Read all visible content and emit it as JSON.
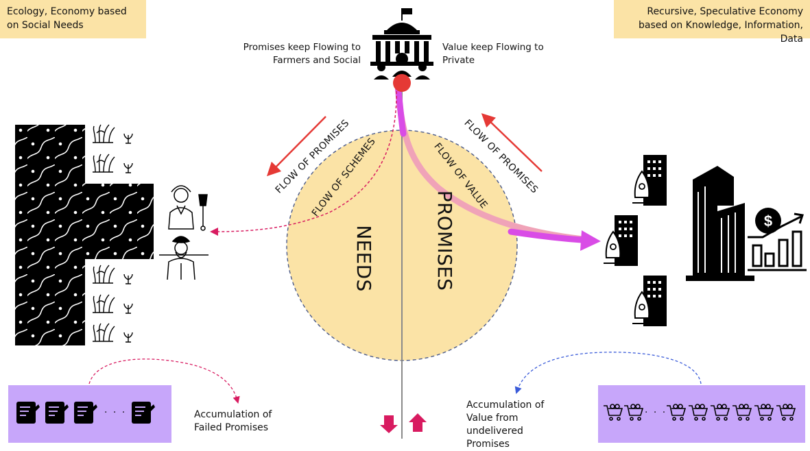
{
  "notes": {
    "left": "Ecology, Economy based on Social Needs",
    "right": "Recursive, Speculative Economy based on Knowledge, Information, Data"
  },
  "center_labels": {
    "promises_to_farmers": "Promises keep Flowing to Farmers and Social",
    "value_to_private": "Value keep Flowing to Private"
  },
  "circle": {
    "left_word": "NEEDS",
    "right_word": "PROMISES",
    "flow_schemes": "FLOW OF SCHEMES",
    "flow_value": "FLOW OF VALUE"
  },
  "flows": {
    "left_promises": "FLOW OF PROMISES",
    "right_promises": "FLOW OF PROMISES"
  },
  "bottom": {
    "failed_promises": "Accumulation of Failed Promises",
    "value_undelivered": "Accumulation of Value from undelivered Promises",
    "ellipsis": "· · ·"
  },
  "colors": {
    "note_bg": "#fbe3a6",
    "circle_fill": "#fbe3a6",
    "arrow_red": "#e53935",
    "value_magenta": "#d94ce6",
    "value_pink": "#f0a3b8",
    "box_purple": "#c7a6fa",
    "dotted_crimson": "#d81b60",
    "dotted_blue": "#3a5bd9"
  },
  "icons": [
    "parliament-icon",
    "terrain-icon",
    "plant-icon",
    "farmer-woman-icon",
    "farmer-man-icon",
    "rocket-building-icon",
    "skyscraper-finance-icon",
    "document-icon",
    "cart-icon"
  ]
}
